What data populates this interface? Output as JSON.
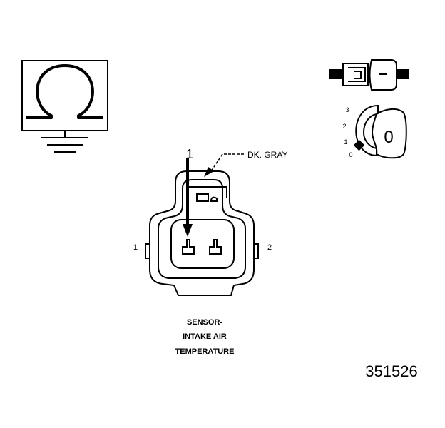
{
  "ohmmeter_symbol": "Ω",
  "selector": {
    "dial_value": "0",
    "positions": [
      "3",
      "2",
      "1",
      "0"
    ]
  },
  "connector": {
    "wire_color_label": "DK. GRAY",
    "pointer_number": "1",
    "pin_labels": [
      "1",
      "2"
    ]
  },
  "caption": [
    "SENSOR-",
    "INTAKE AIR",
    "TEMPERATURE"
  ],
  "figure_number": "351526"
}
